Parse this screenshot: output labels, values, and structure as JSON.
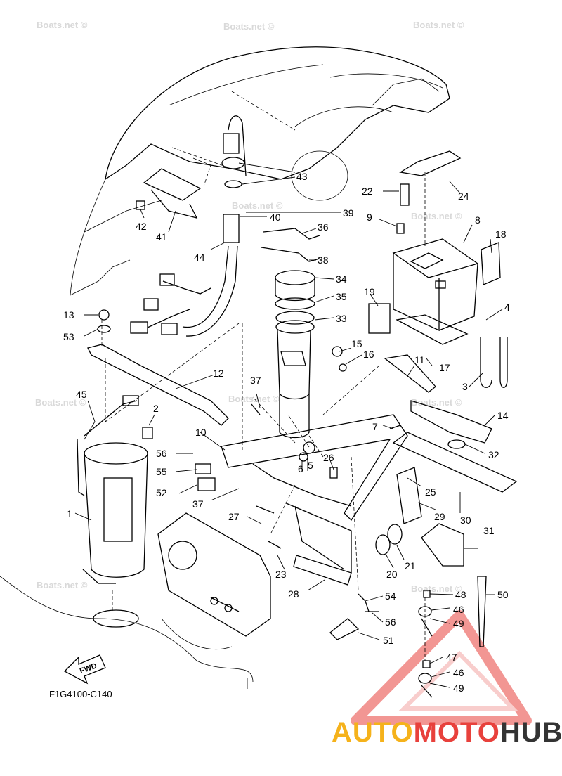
{
  "watermarks": [
    "Boats.net ©",
    "Boats.net ©",
    "Boats.net ©",
    "Boats.net ©",
    "Boats.net ©",
    "Boats.net ©",
    "Boats.net ©",
    "Boats.net ©",
    "Boats.net ©",
    "Boats.net ©"
  ],
  "callouts": [
    "1",
    "2",
    "3",
    "4",
    "5",
    "6",
    "7",
    "8",
    "9",
    "10",
    "11",
    "12",
    "13",
    "14",
    "15",
    "16",
    "17",
    "18",
    "19",
    "20",
    "21",
    "22",
    "23",
    "24",
    "25",
    "26",
    "27",
    "28",
    "29",
    "30",
    "31",
    "32",
    "33",
    "34",
    "35",
    "36",
    "37",
    "37",
    "38",
    "39",
    "40",
    "41",
    "42",
    "43",
    "44",
    "45",
    "46",
    "46",
    "47",
    "48",
    "49",
    "49",
    "50",
    "51",
    "52",
    "53",
    "54",
    "55",
    "56",
    "56"
  ],
  "fwd_label": "FWD",
  "diagram_code": "F1G4100-C140",
  "brand": {
    "part1": "AUTO",
    "part2": "MOTO",
    "part3": "HUB"
  },
  "colors": {
    "brand_yellow": "#f5b21b",
    "brand_red": "#e8413c",
    "brand_dark": "#333333",
    "watermark": "#d9d9d9"
  }
}
